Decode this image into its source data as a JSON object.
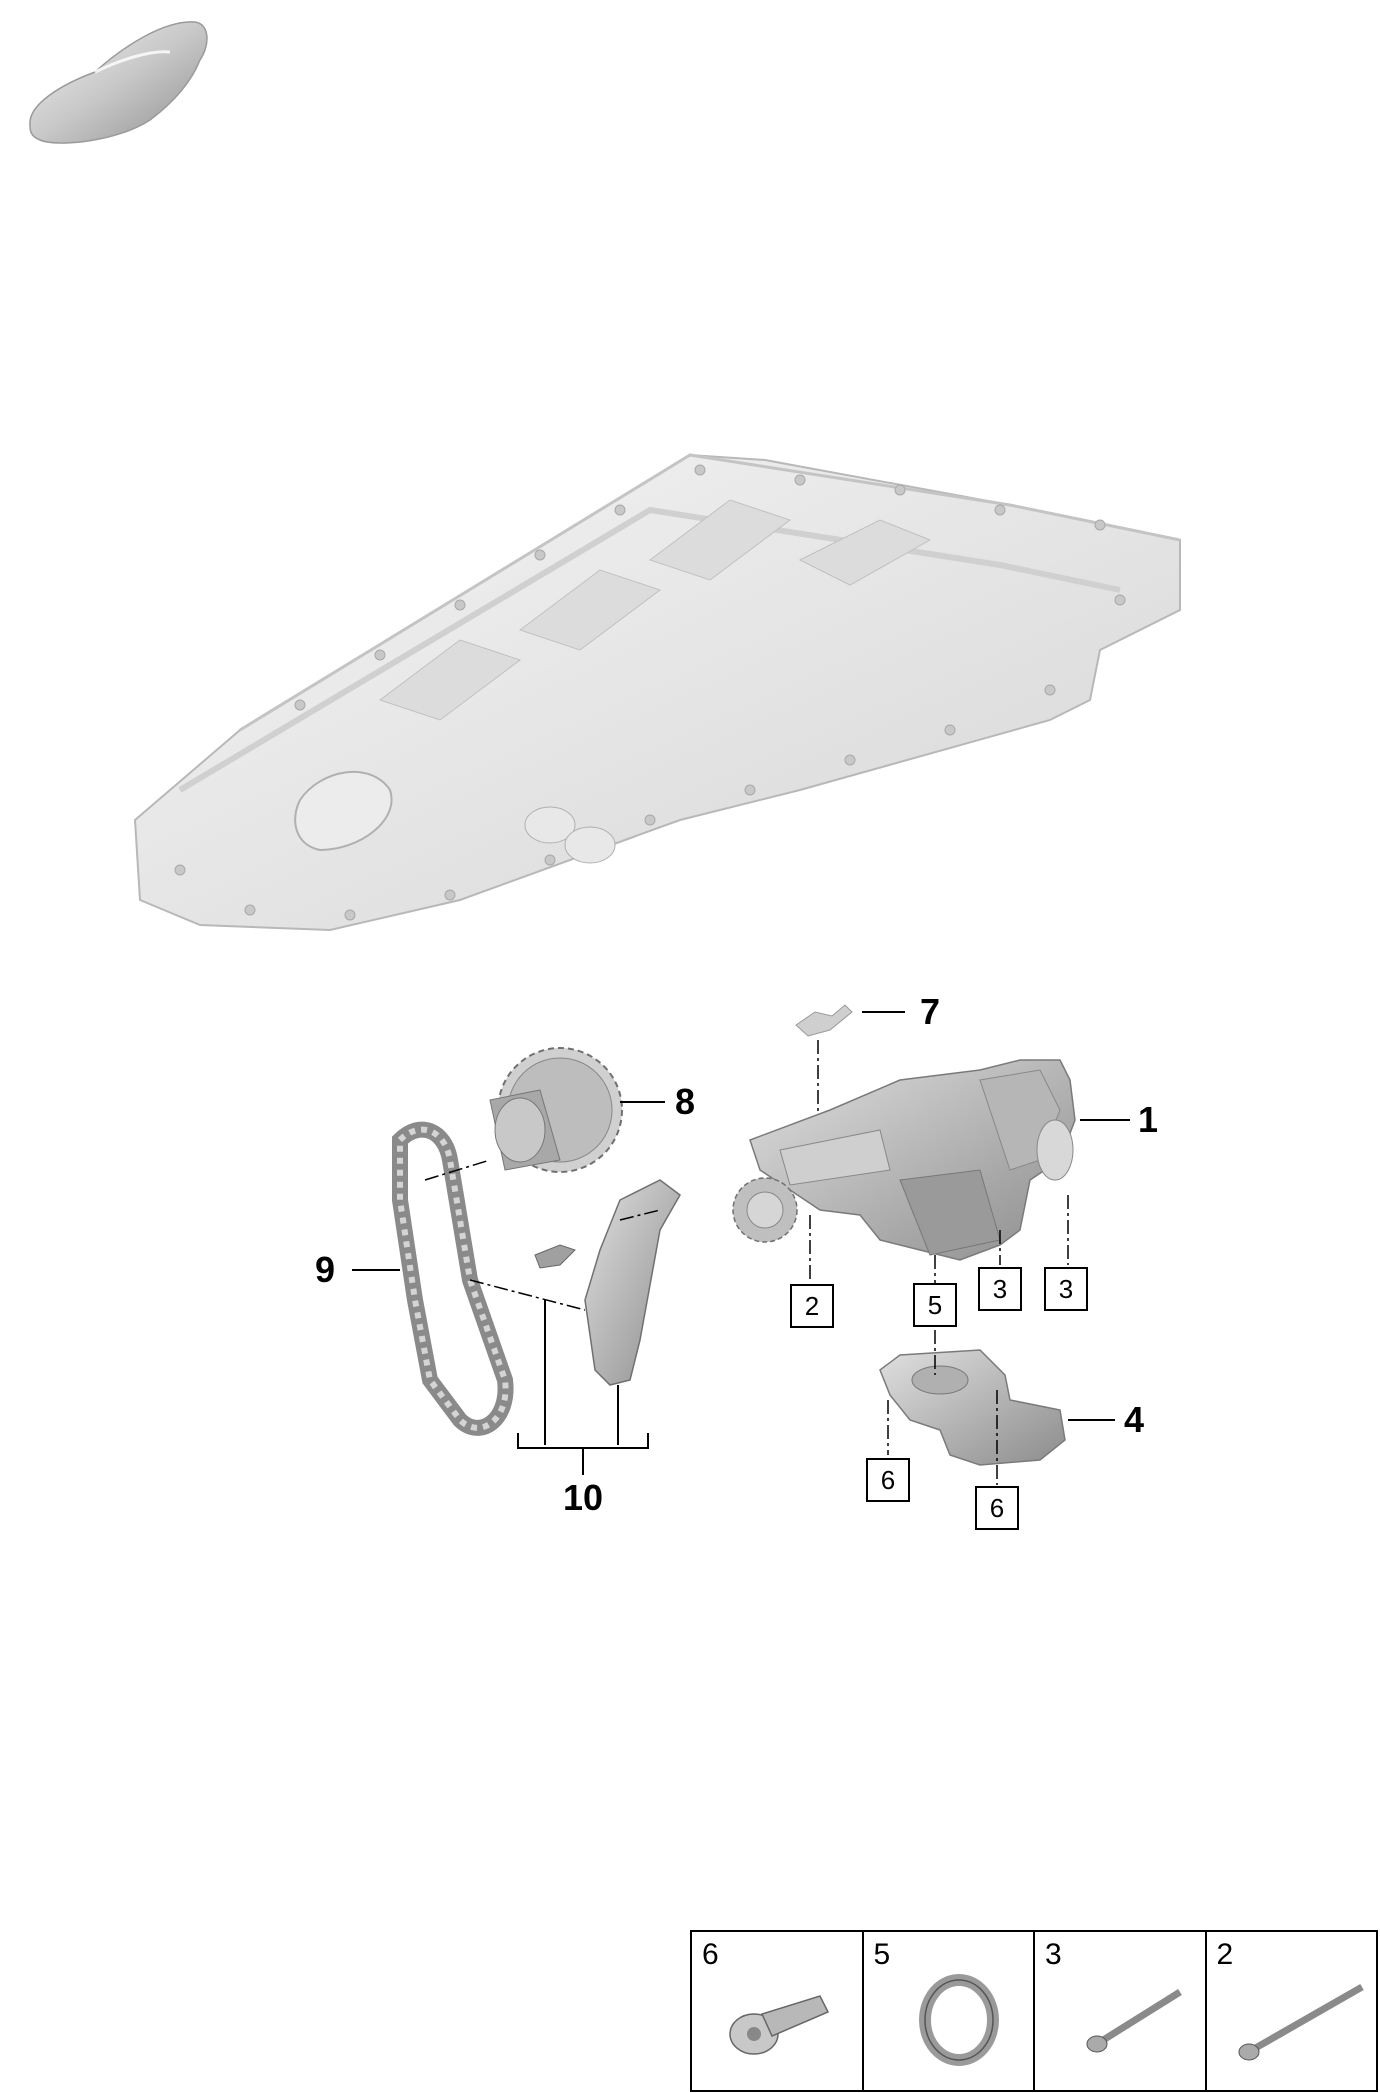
{
  "callouts": {
    "c1": "1",
    "c4": "4",
    "c7": "7",
    "c8": "8",
    "c9": "9",
    "c10": "10"
  },
  "box_labels": {
    "b2": "2",
    "b3a": "3",
    "b3b": "3",
    "b5": "5",
    "b6a": "6",
    "b6b": "6"
  },
  "legend": [
    "6",
    "5",
    "3",
    "2"
  ],
  "icons": {
    "car": "car-silhouette-icon",
    "oil_pan": "oil-pan-housing-icon",
    "oil_pump": "oil-pump-icon",
    "sprocket": "sprocket-gear-icon",
    "chain": "timing-chain-icon",
    "tensioner": "chain-tensioner-icon",
    "sensor": "sensor-icon",
    "pickup": "oil-pickup-icon"
  },
  "colors": {
    "part_light": "#e4e4e4",
    "part_mid": "#bcbcbc",
    "part_dark": "#8a8a8a",
    "line": "#000000"
  }
}
